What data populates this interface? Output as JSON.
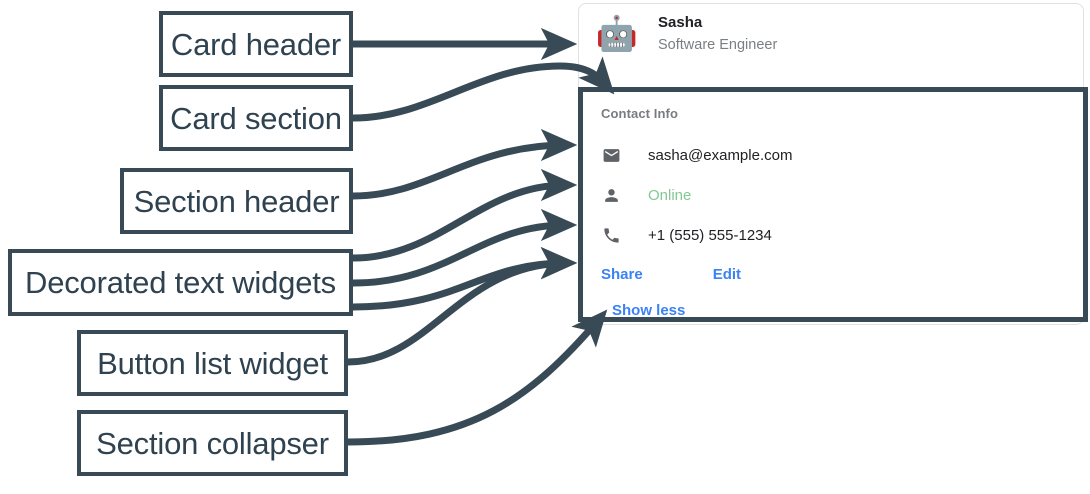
{
  "annotations": [
    {
      "id": "card-header",
      "label": "Card header"
    },
    {
      "id": "card-section",
      "label": "Card section"
    },
    {
      "id": "section-header",
      "label": "Section header"
    },
    {
      "id": "decorated",
      "label": "Decorated text widgets"
    },
    {
      "id": "button-list",
      "label": "Button list widget"
    },
    {
      "id": "section-coll",
      "label": "Section collapser"
    }
  ],
  "card": {
    "header": {
      "avatar_icon": "robot-avatar-icon",
      "avatar_glyph": "🤖",
      "title": "Sasha",
      "subtitle": "Software Engineer"
    },
    "section": {
      "header": "Contact Info",
      "rows": [
        {
          "icon": "mail-icon",
          "text": "sasha@example.com",
          "color": "#202124"
        },
        {
          "icon": "person-icon",
          "text": "Online",
          "color": "#81c995"
        },
        {
          "icon": "phone-icon",
          "text": "+1 (555) 555-1234",
          "color": "#202124"
        }
      ],
      "buttons": [
        {
          "label": "Share"
        },
        {
          "label": "Edit"
        }
      ],
      "collapser": {
        "label": "Show less"
      }
    }
  },
  "colors": {
    "annotation_stroke": "#374a55",
    "link_blue": "#3b82f6",
    "status_green": "#81c995",
    "muted_gray": "#7b7f83",
    "card_border": "#dfe1e5"
  }
}
